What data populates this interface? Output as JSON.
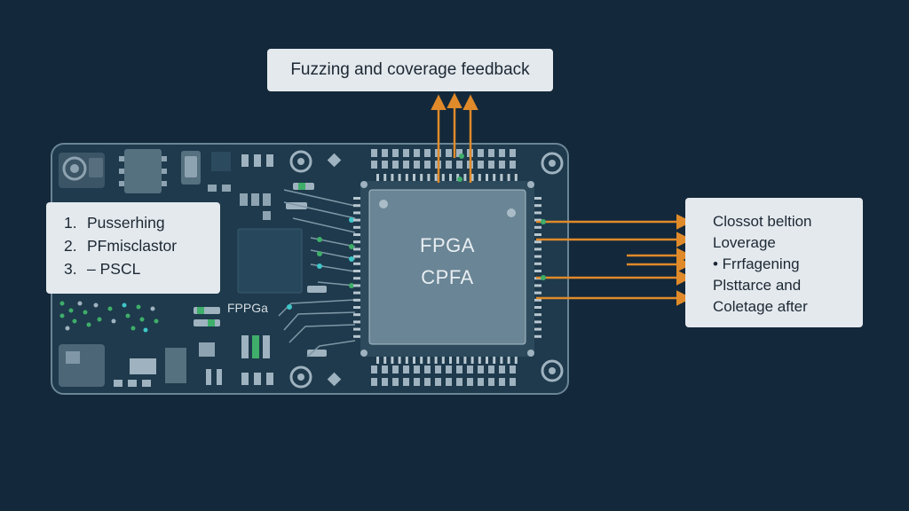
{
  "feedback_box": {
    "label": "Fuzzing and coverage feedback"
  },
  "left_panel": {
    "items": [
      {
        "num": "1.",
        "text": "Pusserhing"
      },
      {
        "num": "2.",
        "text": "PFmisclastor"
      },
      {
        "num": "3.",
        "text": "– PSCL"
      }
    ]
  },
  "chip": {
    "line1": "FPGA",
    "line2": "CPFA"
  },
  "board_label": "FPPGa",
  "right_panel": {
    "lines": [
      "Clossot beltion",
      "Loverage",
      "• Frrfagening",
      "Plsttarce and",
      "Coletage after"
    ]
  },
  "colors": {
    "background": "#13283a",
    "board": "#1e3a4c",
    "board_border": "#6a8596",
    "chip": "#6a8595",
    "arrow": "#e08a2a",
    "label_box": "#e4e9ee",
    "led_green": "#3fae6a",
    "led_cyan": "#3fc6c8"
  }
}
